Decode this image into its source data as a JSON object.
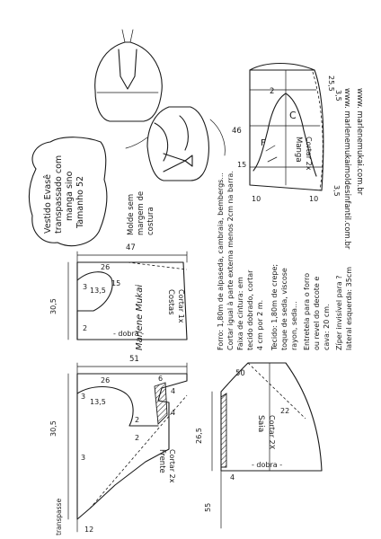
{
  "title": {
    "line1": "Vestido Evasê",
    "line2": "transpassado com",
    "line3": "manga sino",
    "line4": "Tamanho 52"
  },
  "molde_note": {
    "line1": "Molde sem",
    "line2": "margem de",
    "line3": "costura"
  },
  "frente": {
    "name": "Frente",
    "cut": "Cortar 2x",
    "d_30_5": "30,5",
    "d_13_5": "13,5",
    "d_3": "3",
    "d_3b": "3",
    "d_6": "6",
    "d_26": "26",
    "d_51": "51",
    "d_2": "2",
    "d_2b": "2",
    "d_4": "4",
    "d_4b": "4",
    "d_12": "12",
    "hem_label": "transpasse"
  },
  "costas": {
    "name": "Costas",
    "cut": "Cortar 1x",
    "d_30_5": "30,5",
    "d_13_5": "13,5",
    "d_3": "3",
    "d_2": "2",
    "d_26": "26",
    "d_47": "47",
    "d_15": "15",
    "dobra": "- dobra -"
  },
  "saia": {
    "name": "Saia",
    "cut": "Cortar 2X",
    "d_50": "50",
    "d_22": "22",
    "d_26_5": "26,5",
    "d_55": "55",
    "d_4": "4",
    "dobra": "- dobra -"
  },
  "manga": {
    "name": "Manga",
    "cut": "Cortar 2x",
    "d_46": "46",
    "d_25_5": "25,5",
    "d_3_5": "3,5",
    "d_2": "2",
    "d_15": "15",
    "d_10": "10",
    "d_10b": "10",
    "d_3_5b": "3,5",
    "label_c": "C",
    "label_f": "F"
  },
  "materials": {
    "l1": "Forro: 1,80m de alpaseda, cambraia, bembergs...",
    "l2": "Cortar igual à parte externa menos 2cm na barra.",
    "l3": "Faixa de cintura: em",
    "l4": "tecido dobrado, cortar",
    "l5": "4 cm por 2 m.",
    "l6": "Tecido: 1,80m de crepe;",
    "l7": "toque de seda, viscose",
    "l8": "rayon, seda...",
    "l9": "Entretela para o forro",
    "l10": "ou revel do decote e",
    "l11": "cava: 20 cm.",
    "l12": "Zíper invisível para ?",
    "l13": "lateral esquerda: 35cm"
  },
  "signature": "Marlene Mukai",
  "site": {
    "line1": "www. marlenemukai.com.br",
    "line2": "www. marlenemukaimoldesinfantil.com.br"
  }
}
